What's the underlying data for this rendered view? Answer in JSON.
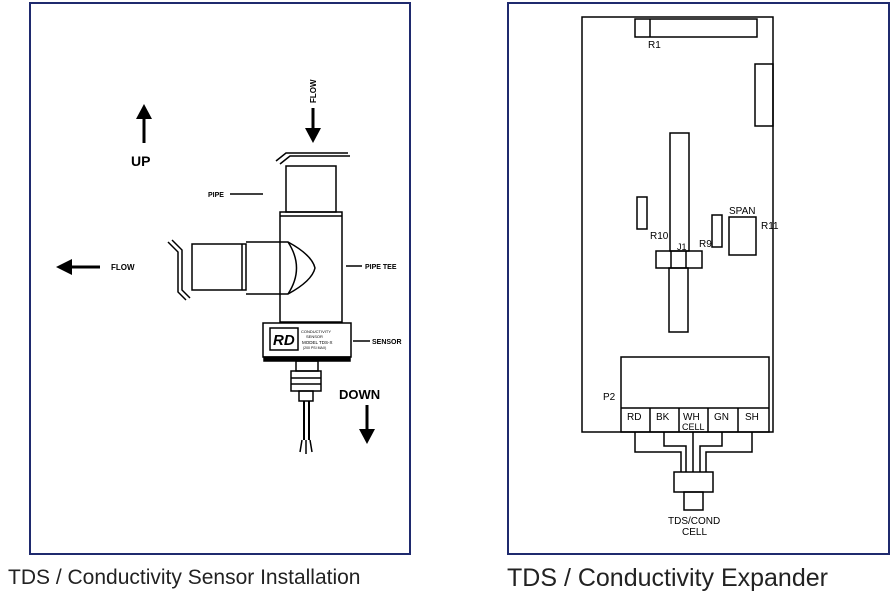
{
  "left": {
    "caption": "TDS / Conductivity Sensor Installation",
    "labels": {
      "up": "UP",
      "flow_top": "FLOW",
      "flow_left": "FLOW",
      "pipe": "PIPE",
      "pipe_tee": "PIPE TEE",
      "sensor": "SENSOR",
      "down": "DOWN",
      "sensor_brand": "RD",
      "sensor_line1": "CONDUCTIVITY",
      "sensor_line2": "SENSOR",
      "sensor_line3": "MODEL TDS-X",
      "sensor_line4": "(200 PSI MAX)"
    }
  },
  "right": {
    "caption": "TDS / Conductivity Expander",
    "labels": {
      "r1": "R1",
      "r10": "R10",
      "r9": "R9",
      "r11": "R11",
      "span": "SPAN",
      "j1": "J1",
      "p2": "P2",
      "terminals": [
        "RD",
        "BK",
        "WH",
        "GN",
        "SH"
      ],
      "cell": "CELL",
      "tds_line1": "TDS/COND",
      "tds_line2": "CELL"
    }
  }
}
